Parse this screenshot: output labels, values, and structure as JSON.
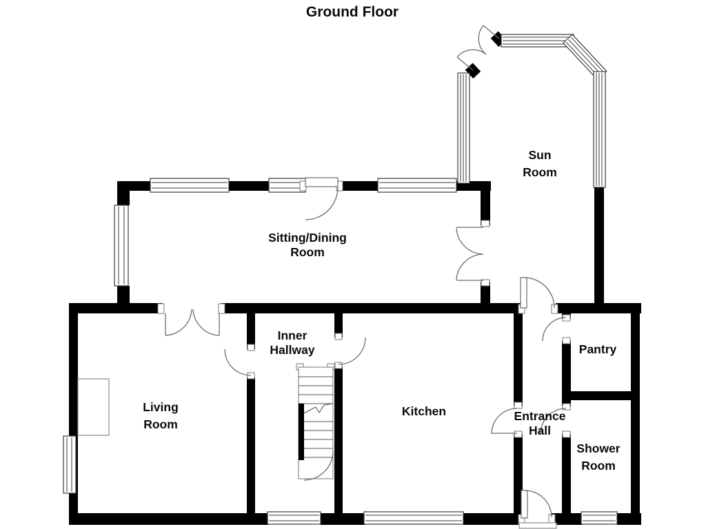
{
  "title": "Ground Floor",
  "colors": {
    "background": "#ffffff",
    "wall": "#000000",
    "detail_lines": "#6a6a6a",
    "text": "#0a0a0a"
  },
  "rooms": [
    {
      "id": "sun-room",
      "lines": [
        "Sun",
        "Room"
      ]
    },
    {
      "id": "sitting-dining-room",
      "lines": [
        "Sitting/Dining",
        "Room"
      ]
    },
    {
      "id": "inner-hallway",
      "lines": [
        "Inner",
        "Hallway"
      ]
    },
    {
      "id": "living-room",
      "lines": [
        "Living",
        "Room"
      ]
    },
    {
      "id": "kitchen",
      "lines": [
        "Kitchen"
      ]
    },
    {
      "id": "entrance-hall",
      "lines": [
        "Entrance",
        "Hall"
      ]
    },
    {
      "id": "pantry",
      "lines": [
        "Pantry"
      ]
    },
    {
      "id": "shower-room",
      "lines": [
        "Shower",
        "Room"
      ]
    }
  ]
}
